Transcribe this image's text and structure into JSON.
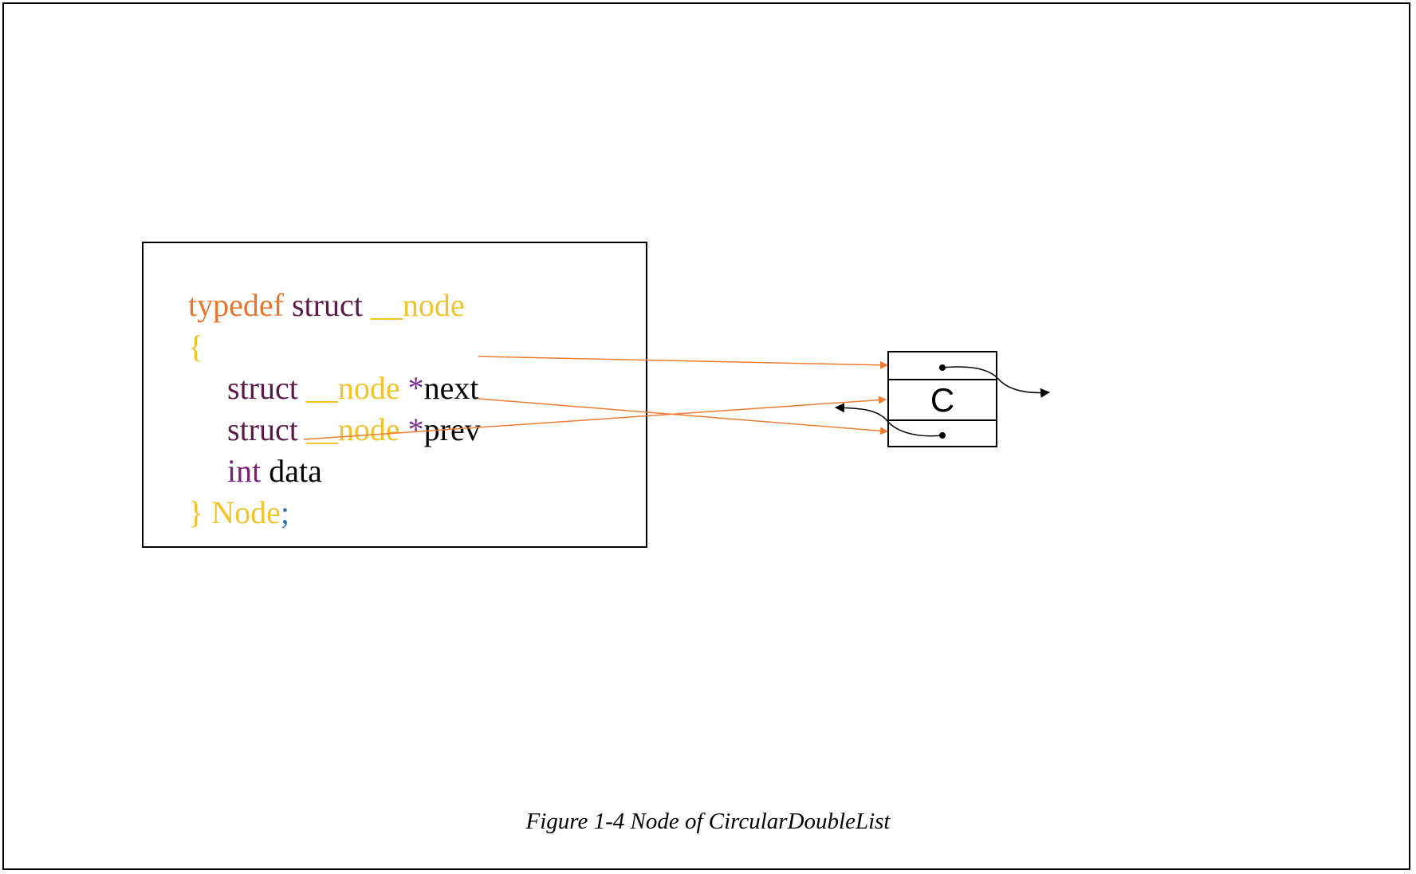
{
  "colors": {
    "keyword_orange": "#E8762C",
    "keyword_purple": "#5C1A4A",
    "identifier_gold": "#F2C42C",
    "type_violet": "#7A1F7A",
    "pointer_purple": "#7B2D8E",
    "text_black": "#000000",
    "semicolon_blue": "#2E75B6",
    "arrow_orange": "#ED7D31"
  },
  "code": {
    "line1": {
      "t1": "typedef",
      "t2": "struct",
      "t3": "__node"
    },
    "line2": {
      "t1": "{"
    },
    "line3": {
      "t1": "struct",
      "t2": "__node",
      "t3": "*",
      "t4": "next"
    },
    "line4": {
      "t1": "struct",
      "t2": "__node",
      "t3": "*",
      "t4": "prev"
    },
    "line5": {
      "t1": "int",
      "t2": "data"
    },
    "line6": {
      "t1": "}",
      "t2": "Node",
      "t3": ";"
    }
  },
  "node": {
    "label": "C"
  },
  "caption": "Figure 1-4 Node of CircularDoubleList"
}
